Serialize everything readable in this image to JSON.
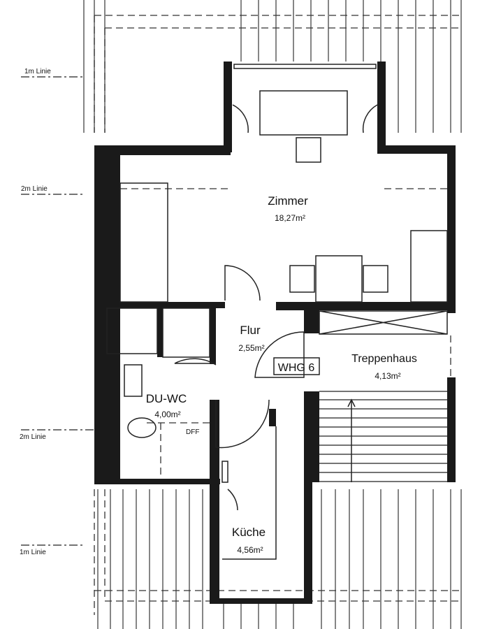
{
  "plan": {
    "line_labels": {
      "top_1m": "1m Linie",
      "top_2m": "2m Linie",
      "bottom_2m": "2m Linie",
      "bottom_1m": "1m Linie"
    },
    "rooms": {
      "zimmer": {
        "name": "Zimmer",
        "area": "18,27m²"
      },
      "flur": {
        "name": "Flur",
        "area": "2,55m²"
      },
      "treppenhaus": {
        "name": "Treppenhaus",
        "area": "4,13m²"
      },
      "du_wc": {
        "name": "DU-WC",
        "area": "4,00m²"
      },
      "kueche": {
        "name": "Küche",
        "area": "4,56m²"
      }
    },
    "unit_label": "WHG 6",
    "window_label": "DFF"
  },
  "colors": {
    "wall": "#1a1a1a",
    "line": "#333333"
  }
}
